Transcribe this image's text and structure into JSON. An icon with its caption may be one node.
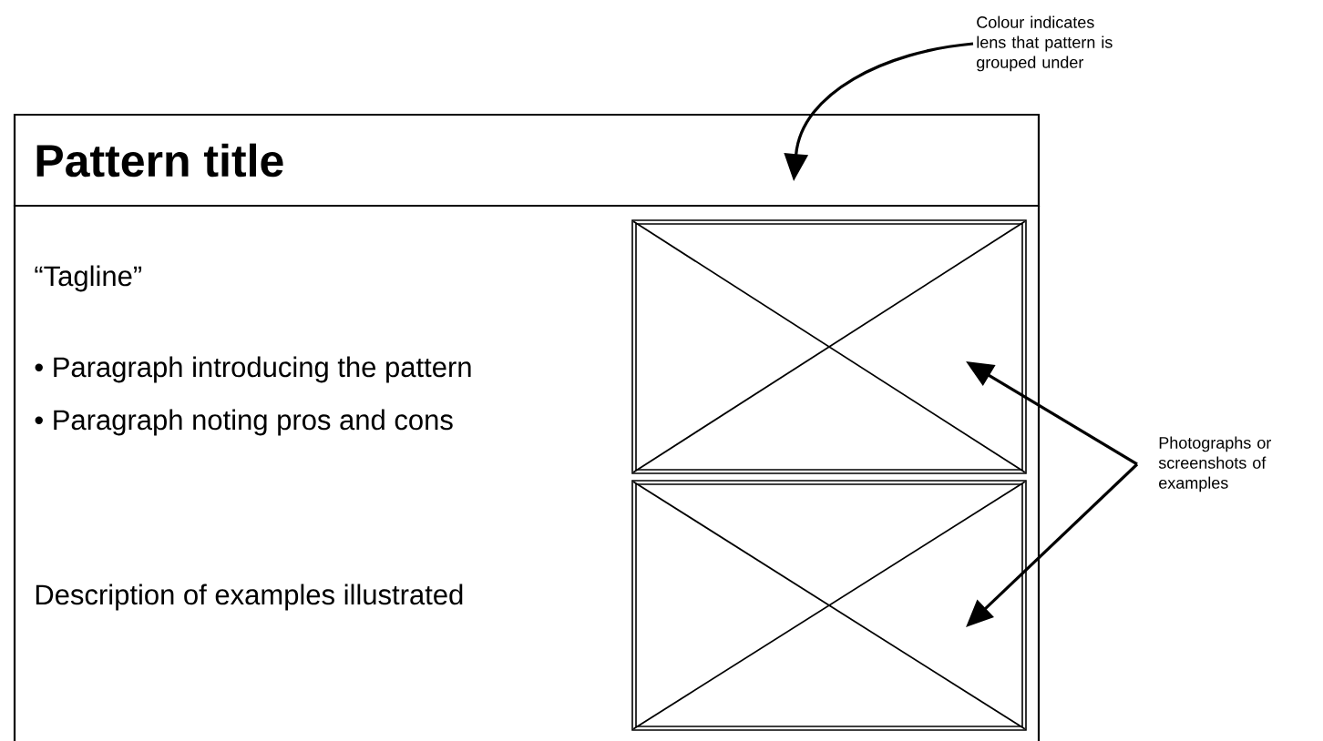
{
  "diagram": {
    "nodes": [
      {
        "text": [
          "Pattern title"
        ]
      },
      {
        "text": [
          "“Tagline”",
          "• Paragraph introducing the pattern",
          "• Paragraph noting pros and cons",
          "Description of examples illustrated"
        ]
      },
      {
        "text": [],
        "shape": "box",
        "in": 1
      },
      {
        "text": [],
        "shape": "box",
        "in": 1
      },
      {
        "text": [
          "Colour indicates lens that pattern is grouped under"
        ]
      },
      {
        "text": [
          "Photographs or screenshots of examples"
        ]
      }
    ],
    "edges": [
      {
        "from": 4,
        "to": 0,
        "arrow": "to"
      },
      {
        "from": 5,
        "to": 2,
        "arrow": "to"
      },
      {
        "from": 5,
        "to": 3,
        "arrow": "to"
      }
    ]
  }
}
